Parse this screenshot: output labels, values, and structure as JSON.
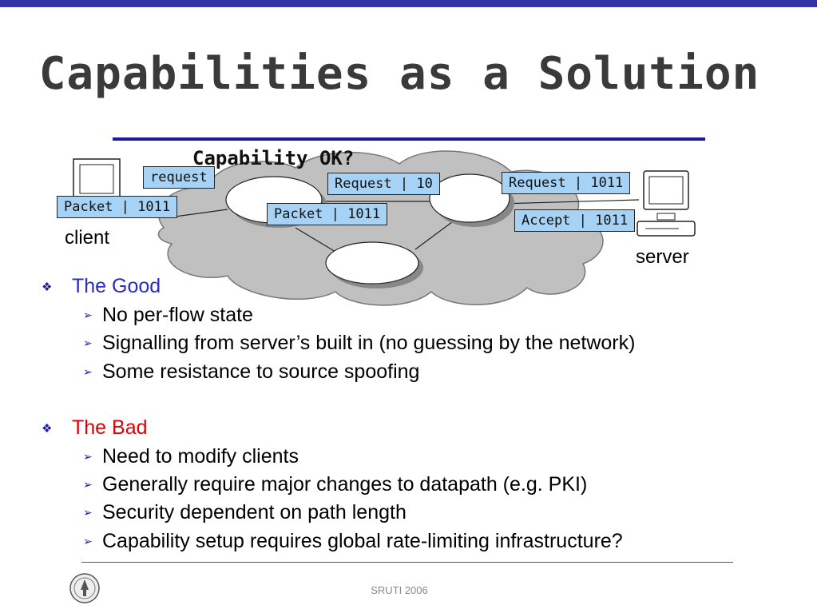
{
  "slide": {
    "title": "Capabilities as a Solution",
    "footer": "SRUTI 2006"
  },
  "diagram": {
    "capability_label": "Capability OK?",
    "client_label": "client",
    "server_label": "server",
    "tags": {
      "request_small": "request",
      "packet_client": "Packet | 1011",
      "request_10": "Request | 10",
      "packet_mid": "Packet | 1011",
      "request_1011": "Request | 1011",
      "accept_1011": "Accept | 1011"
    }
  },
  "sections": [
    {
      "heading": "The Good",
      "color": "#2b2bc0",
      "items": [
        "No per-flow state",
        "Signalling from server’s built in (no guessing by the network)",
        "Some resistance to source spoofing"
      ]
    },
    {
      "heading": "The Bad",
      "color": "#e00000",
      "items": [
        "Need to modify clients",
        "Generally require major changes to datapath (e.g. PKI)",
        "Security dependent on path length",
        "Capability setup requires global rate-limiting infrastructure?"
      ]
    }
  ],
  "colors": {
    "accent": "#1a1aa0",
    "tag_fill": "#a6d2f5",
    "cloud_fill": "#c0c0c0"
  },
  "icons": {
    "section_bullet": "diamond-cluster-icon",
    "item_bullet": "arrowhead-icon"
  }
}
